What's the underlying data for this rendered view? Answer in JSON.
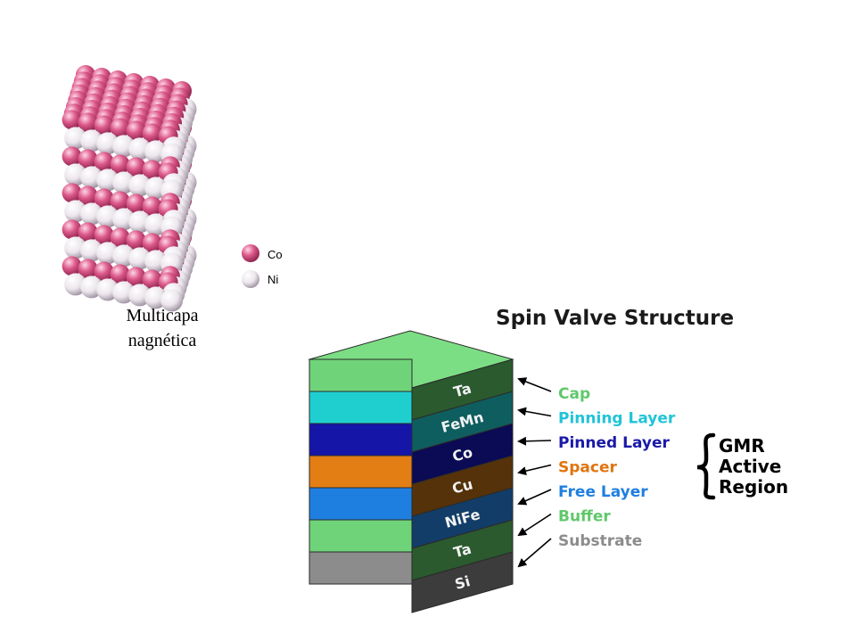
{
  "multilayer": {
    "caption_line1": "Multicapa",
    "caption_line2": "nagnética",
    "legend": [
      {
        "label": "Co",
        "color": "#d4507e"
      },
      {
        "label": "Ni",
        "color": "#ece6ec"
      }
    ]
  },
  "spin_valve": {
    "title": "Spin Valve Structure",
    "layers": [
      {
        "material": "Ta",
        "front": "#6fd37a",
        "side": "#2a5a2e"
      },
      {
        "material": "FeMn",
        "front": "#1fcfd0",
        "side": "#0f5e5f"
      },
      {
        "material": "Co",
        "front": "#1515a8",
        "side": "#0a0a55"
      },
      {
        "material": "Cu",
        "front": "#e37e14",
        "side": "#55320a"
      },
      {
        "material": "NiFe",
        "front": "#1f7fe0",
        "side": "#123d68"
      },
      {
        "material": "Ta",
        "front": "#6fd37a",
        "side": "#2a5a2e"
      },
      {
        "material": "Si",
        "front": "#8c8c8c",
        "side": "#3c3c3c"
      }
    ],
    "top_color": "#7cde84",
    "labels": [
      {
        "text": "Cap",
        "color": "#5fc86a"
      },
      {
        "text": "Pinning Layer",
        "color": "#20c4d8"
      },
      {
        "text": "Pinned Layer",
        "color": "#1a1aa8"
      },
      {
        "text": "Spacer",
        "color": "#e0740e"
      },
      {
        "text": "Free Layer",
        "color": "#1f7fe0"
      },
      {
        "text": "Buffer",
        "color": "#5fc86a"
      },
      {
        "text": "Substrate",
        "color": "#8c8c8c"
      }
    ],
    "gmr_lines": [
      "GMR",
      "Active",
      "Region"
    ]
  }
}
